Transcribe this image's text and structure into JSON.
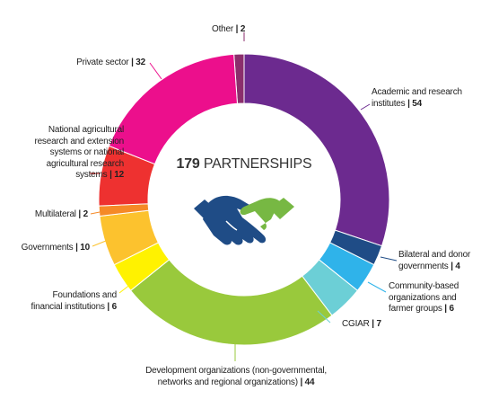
{
  "chart_data": {
    "type": "donut",
    "center": {
      "count": "179",
      "label": "PARTNERSHIPS"
    },
    "segments": [
      {
        "name": "Other",
        "value": 2,
        "color": "#8b2e6c"
      },
      {
        "name": "Academic and research institutes",
        "value": 54,
        "color": "#6c2a8f"
      },
      {
        "name": "Bilateral and donor governments",
        "value": 4,
        "color": "#1f4c86"
      },
      {
        "name": "Community-based organizations and farmer groups",
        "value": 6,
        "color": "#2fb3ea"
      },
      {
        "name": "CGIAR",
        "value": 7,
        "color": "#6ccfd6"
      },
      {
        "name": "Development organizations (non-governmental, networks and regional organizations)",
        "value": 44,
        "color": "#99c93c"
      },
      {
        "name": "Foundations and financial institutions",
        "value": 6,
        "color": "#fff200"
      },
      {
        "name": "Governments",
        "value": 10,
        "color": "#fcc22e"
      },
      {
        "name": "Multilateral",
        "value": 2,
        "color": "#f58a27"
      },
      {
        "name": "National agricultural research and extension systems or national agricultural research systems",
        "value": 12,
        "color": "#ee3130"
      },
      {
        "name": "Private sector",
        "value": 32,
        "color": "#ec0f8c"
      }
    ]
  },
  "labels": {
    "other": {
      "name": "Other",
      "num": "2"
    },
    "academic": {
      "l1": "Academic and research",
      "l2": "institutes",
      "num": "54"
    },
    "bilateral": {
      "l1": "Bilateral and donor",
      "l2": "governments",
      "num": "4"
    },
    "community": {
      "l1": "Community-based",
      "l2": "organizations and",
      "l3": "farmer groups",
      "num": "6"
    },
    "cgiar": {
      "name": "CGIAR",
      "num": "7"
    },
    "development": {
      "l1": "Development organizations (non-governmental,",
      "l2": "networks and regional organizations)",
      "num": "44"
    },
    "foundations": {
      "l1": "Foundations and",
      "l2": "financial institutions",
      "num": "6"
    },
    "governments": {
      "name": "Governments",
      "num": "10"
    },
    "multilateral": {
      "name": "Multilateral",
      "num": "2"
    },
    "nars": {
      "l1": "National agricultural",
      "l2": "research and extension",
      "l3": "systems or national",
      "l4": "agricultural research",
      "l5": "systems",
      "num": "12"
    },
    "private": {
      "name": "Private sector",
      "num": "32"
    }
  },
  "icon": {
    "name": "handshake-icon",
    "colors": {
      "left_hand": "#1f4c86",
      "right_hand": "#77b843"
    }
  }
}
